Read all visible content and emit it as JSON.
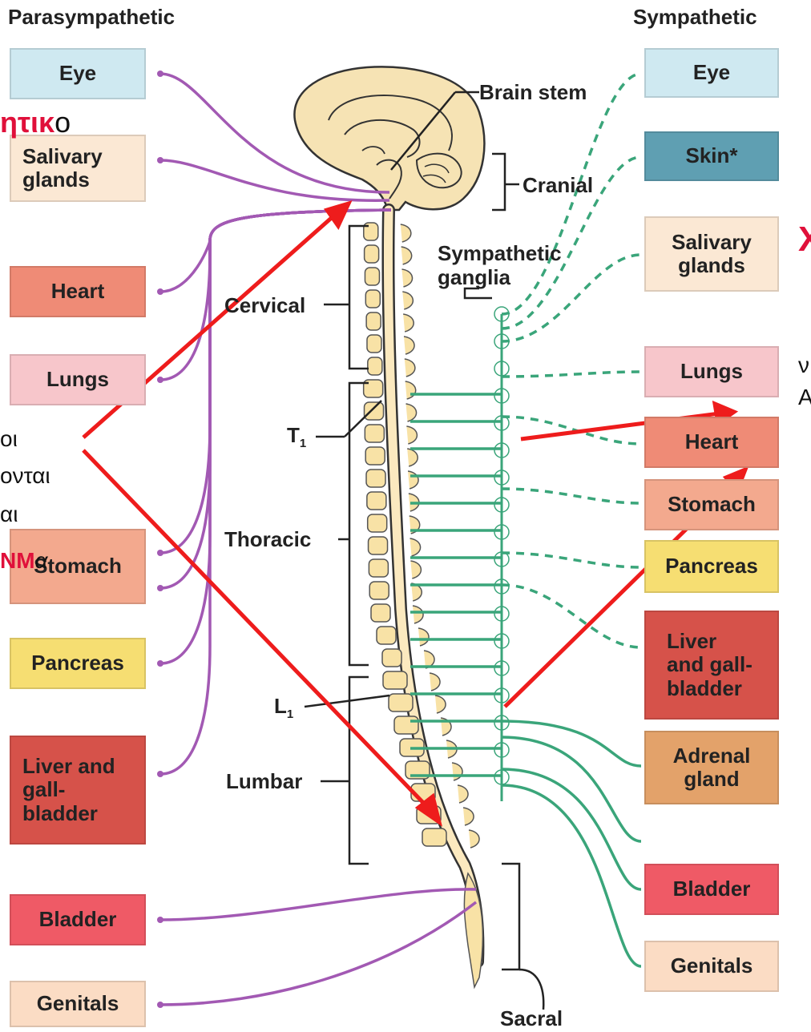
{
  "headers": {
    "left": "Parasympathetic",
    "right": "Sympathetic"
  },
  "colors": {
    "parasympathetic_nerve": "#a259b3",
    "sympathetic_nerve": "#3aa57a",
    "arrow": "#ee1c1c",
    "eye": "#cfe9f1",
    "skin": "#5f9fb2",
    "salivary": "#fbe8d4",
    "heart": "#ef8b76",
    "lungs": "#f7c6cb",
    "stomach": "#f3a98e",
    "pancreas": "#f6de72",
    "liver": "#d6524a",
    "adrenal": "#e3a26a",
    "bladder": "#ef5a66",
    "genitals": "#fbdcc4",
    "brain": "#f6e3b4",
    "vertebra": "#f8e2a6"
  },
  "parasympathetic_organs": {
    "eye": "Eye",
    "salivary_line1": "Salivary",
    "salivary_line2": "glands",
    "heart": "Heart",
    "lungs": "Lungs",
    "stomach": "Stomach",
    "pancreas": "Pancreas",
    "liver_line1": "Liver and",
    "liver_line2": "gall-",
    "liver_line3": "bladder",
    "bladder": "Bladder",
    "genitals": "Genitals"
  },
  "sympathetic_organs": {
    "eye": "Eye",
    "skin": "Skin*",
    "salivary_line1": "Salivary",
    "salivary_line2": "glands",
    "lungs": "Lungs",
    "heart": "Heart",
    "stomach": "Stomach",
    "pancreas": "Pancreas",
    "liver_line1": "Liver",
    "liver_line2": "and gall-",
    "liver_line3": "bladder",
    "adrenal_line1": "Adrenal",
    "adrenal_line2": "gland",
    "bladder": "Bladder",
    "genitals": "Genitals"
  },
  "region_labels": {
    "brain_stem": "Brain stem",
    "cranial": "Cranial",
    "sympathetic_line1": "Sympathetic",
    "sympathetic_line2": "ganglia",
    "cervical": "Cervical",
    "t1_letter": "T",
    "t1_sub": "1",
    "thoracic": "Thoracic",
    "l1_letter": "L",
    "l1_sub": "1",
    "lumbar": "Lumbar",
    "sacral": "Sacral"
  },
  "overlay_text": {
    "top_left_red": "ητικ",
    "top_left_black": "ο",
    "mid_left_1": "οι",
    "mid_left_2": "ονται",
    "mid_left_3": "αι",
    "mid_left_red": "ΝΜ",
    "mid_left_tail": "α",
    "right_red": "Χ",
    "right_1": "ν",
    "right_2": "Α"
  }
}
